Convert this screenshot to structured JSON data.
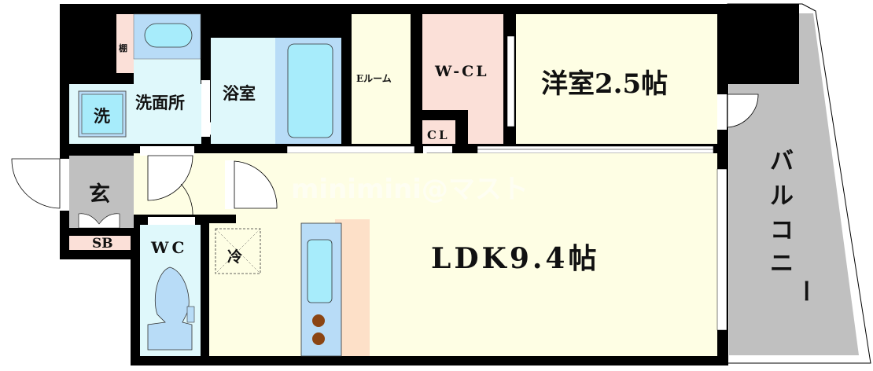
{
  "plan": {
    "rooms": {
      "shelf": "棚",
      "washroom": "洗面所",
      "washer": "洗",
      "bathroom": "浴室",
      "e_room": "Eルーム",
      "walk_in_closet": "W-CL",
      "closet": "CL",
      "western_room": "洋室2.5帖",
      "entrance": "玄",
      "shoe_box": "SB",
      "toilet": "WC",
      "fridge": "冷",
      "ldk": "LDK9.4帖",
      "balcony": [
        "バ",
        "ル",
        "コ",
        "ニ",
        "ー"
      ]
    },
    "watermark": "minimini@マスト",
    "colors": {
      "wall": "#000000",
      "living": "#fefee4",
      "water": "#dff8fb",
      "fixture": "#b8dcf7",
      "closet": "#fbe0d8",
      "entrance": "#c0c0c0",
      "balcony": "#c0c0c0",
      "burner": "#8b4513"
    }
  }
}
